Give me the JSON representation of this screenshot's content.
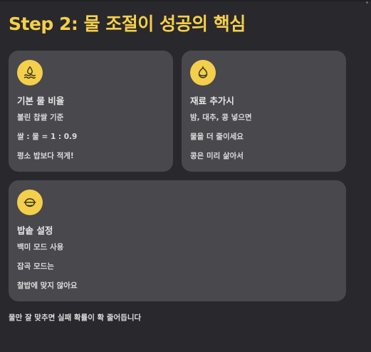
{
  "title": "Step 2: 물 조절이 성공의 핵심",
  "cards": [
    {
      "icon": "water-icon",
      "title": "기본 물 비율",
      "lines": [
        "불린 찹쌀 기준",
        "쌀 : 물 = 1 : 0.9",
        "평소 밥보다 적게!"
      ]
    },
    {
      "icon": "chestnut-icon",
      "title": "재료 추가시",
      "lines": [
        "밤, 대추, 콩 넣으면",
        "물을 더 줄이세요",
        "콩은 미리 삶아서"
      ]
    },
    {
      "icon": "rice-bowl-icon",
      "title": "밥솥 설정",
      "lines": [
        "백미 모드 사용",
        "잡곡 모드는",
        "찰밥에 맞지 않아요"
      ]
    }
  ],
  "footer": "물만 잘 맞추면 실패 확률이 확 줄어듭니다",
  "colors": {
    "accent": "#f4cf4b",
    "card": "#49484d",
    "background": "#29282d"
  }
}
